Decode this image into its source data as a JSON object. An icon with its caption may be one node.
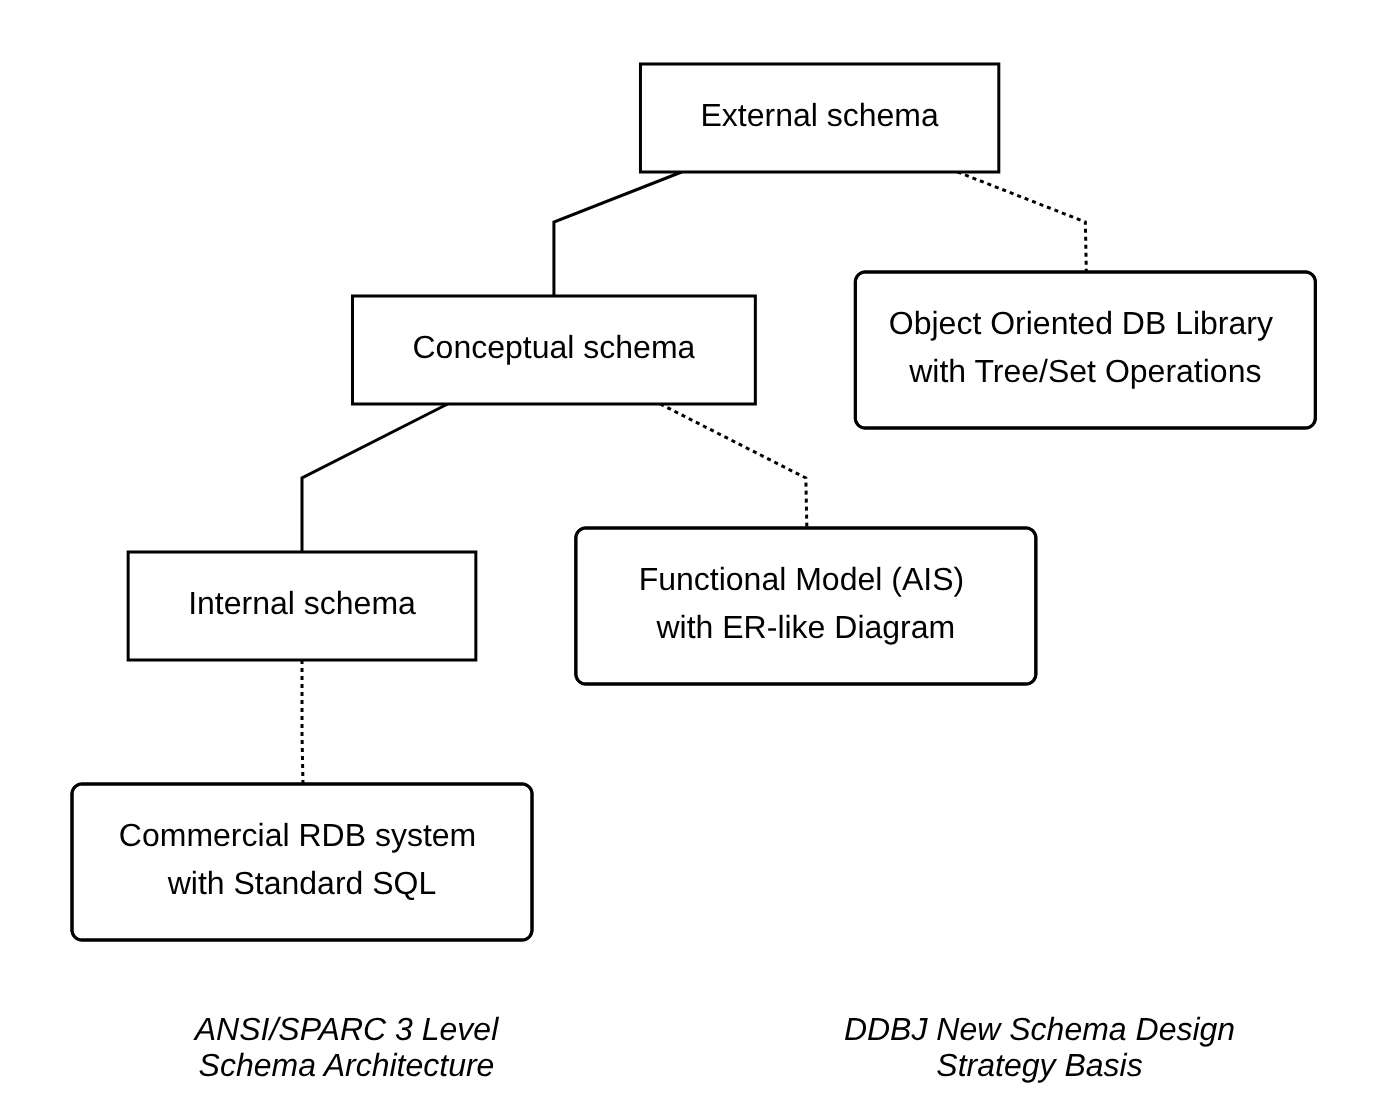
{
  "diagram": {
    "nodes": [
      {
        "text": [
          "External schema"
        ]
      },
      {
        "text": [
          "Conceptual schema"
        ]
      },
      {
        "text": [
          "Internal schema"
        ]
      },
      {
        "text": [
          "Object Oriented DB Library with Tree/Set Operations"
        ]
      },
      {
        "text": [
          "Functional Model (AIS) with ER-like Diagram"
        ]
      },
      {
        "text": [
          "Commercial RDB system with Standard SQL"
        ]
      }
    ],
    "edges": [
      {
        "from": 0,
        "to": 1,
        "arrow": "none"
      },
      {
        "from": 1,
        "to": 2,
        "arrow": "none"
      },
      {
        "from": 0,
        "to": 3,
        "arrow": "none",
        "style": "dashed"
      },
      {
        "from": 1,
        "to": 4,
        "arrow": "none",
        "style": "dashed"
      },
      {
        "from": 2,
        "to": 5,
        "arrow": "none",
        "style": "dashed"
      }
    ],
    "labels": [
      "ANSI/SPARC 3 Level Schema Architecture",
      "DDBJ New Schema Design Strategy Basis"
    ]
  }
}
